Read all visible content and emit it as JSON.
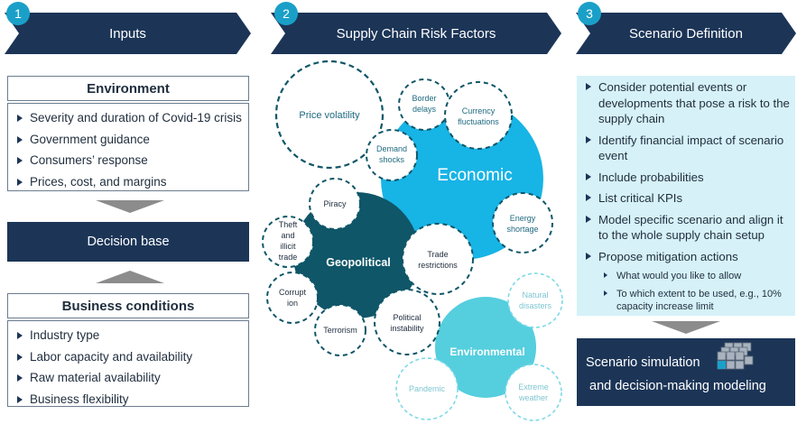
{
  "steps": [
    {
      "number": "1",
      "title": "Inputs"
    },
    {
      "number": "2",
      "title": "Supply Chain Risk Factors"
    },
    {
      "number": "3",
      "title": "Scenario Definition"
    }
  ],
  "inputs": {
    "environment": {
      "title": "Environment",
      "items": [
        "Severity and duration of Covid-19 crisis",
        "Government guidance",
        "Consumers’ response",
        "Prices, cost, and margins"
      ]
    },
    "decision_base": "Decision base",
    "business_conditions": {
      "title": "Business conditions",
      "items": [
        "Industry type",
        "Labor capacity and availability",
        "Raw material availability",
        "Business flexibility"
      ]
    }
  },
  "risk_factors": {
    "economic": {
      "label": "Economic",
      "factors": {
        "price_volatility": "Price volatility",
        "border_delays": [
          "Border",
          "delays"
        ],
        "currency_fluctuations": [
          "Currency",
          "fluctuations"
        ],
        "demand_shocks": [
          "Demand",
          "shocks"
        ],
        "energy_shortage": [
          "Energy",
          "shortage"
        ]
      }
    },
    "geopolitical": {
      "label": "Geopolitical",
      "factors": {
        "piracy": "Piracy",
        "theft": [
          "Theft",
          "and",
          "illicit",
          "trade"
        ],
        "corruption": [
          "Corrupt",
          "ion"
        ],
        "terrorism": "Terrorism",
        "political_instability": [
          "Political",
          "instability"
        ],
        "trade_restrictions": [
          "Trade",
          "restrictions"
        ]
      }
    },
    "environmental": {
      "label": "Environmental",
      "factors": {
        "natural_disasters": [
          "Natural",
          "disasters"
        ],
        "pandemic": "Pandemic",
        "extreme_weather": [
          "Extreme",
          "weather"
        ]
      }
    },
    "colors": {
      "economic": "#17b4e6",
      "geopolitical": "#0f5668",
      "environmental": "#55cede",
      "factor_dark": "#0f5668",
      "factor_light": "#7fd9e6"
    }
  },
  "scenario": {
    "items": [
      {
        "text": "Consider potential events or developments that pose a risk to the supply chain",
        "level": 1
      },
      {
        "text": "Identify financial impact of scenario event",
        "level": 1
      },
      {
        "text": "Include probabilities",
        "level": 1
      },
      {
        "text": "List critical KPIs",
        "level": 1
      },
      {
        "text": "Model specific scenario and align it to the whole supply chain setup",
        "level": 1
      },
      {
        "text": "Propose mitigation actions",
        "level": 1
      },
      {
        "text": "What would you like to allow",
        "level": 2
      },
      {
        "text": "To which extent to be used, e.g., 10% capacity increase limit",
        "level": 2
      }
    ],
    "result": {
      "line1": "Scenario simulation",
      "line2": "and decision-making modeling",
      "icon": "cube-grid-icon"
    }
  },
  "colors": {
    "navy": "#1c3557",
    "badge": "#1aa0c8",
    "arrow_gray": "#8c8c8c",
    "scenario_bg": "#d6f1f8"
  }
}
